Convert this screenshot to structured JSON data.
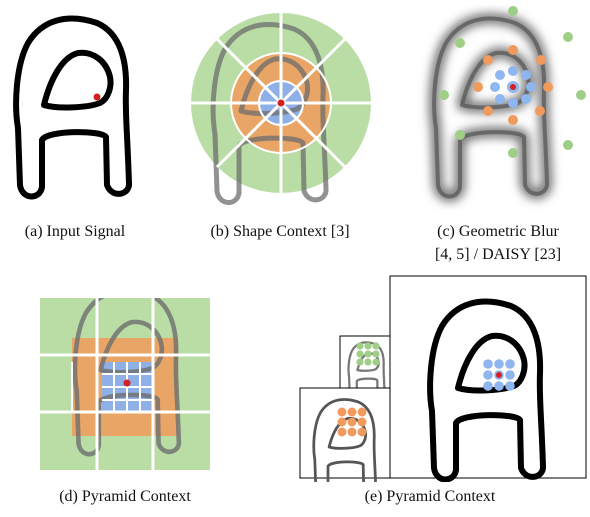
{
  "captions": {
    "a": "(a)  Input Signal",
    "b": "(b)  Shape Context [3]",
    "c_line1": "(c)  Geometric Blur",
    "c_line2": "[4, 5] / DAISY [23]",
    "d": "(d)  Pyramid Context",
    "e": "(e)  Pyramid Context"
  },
  "colors": {
    "stroke": "#000000",
    "stroke_faded": "#6e6e6e",
    "center_point": "#d42020",
    "green": "#b9dda5",
    "green_dot": "#9fcf86",
    "orange": "#e8a566",
    "orange_dot": "#f09a5e",
    "blue": "#8fb0e6",
    "blue_dot": "#8fb6ef"
  },
  "icons": {
    "letter": "letter-A-glyph",
    "point": "red-center-point"
  }
}
